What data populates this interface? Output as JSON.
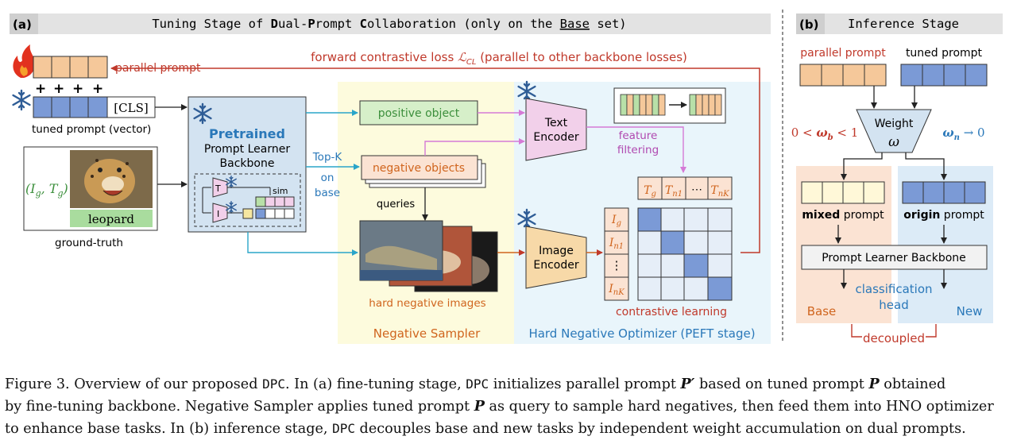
{
  "panel_a": {
    "tag": "(a)",
    "title_pre": "Tuning Stage of ",
    "title_d": "D",
    "title_ual": "ual-",
    "title_p": "P",
    "title_rompt": "rompt ",
    "title_c": "C",
    "title_ollab": "ollaboration (only on the ",
    "title_base": "Base",
    "title_post": " set)",
    "parallel_prompt": "parallel prompt",
    "plus": "+",
    "cls": "[CLS]",
    "tuned_prompt_vector": "tuned prompt (vector)",
    "ig_tg": "(I_g, T_g)",
    "leopard": "leopard",
    "ground_truth": "ground-truth",
    "backbone_title": "Pretrained",
    "backbone_l2": "Prompt Learner",
    "backbone_l3": "Backbone",
    "t_label": "T",
    "i_label": "I",
    "sim": "sim",
    "topk_1": "Top-K",
    "topk_2": "on",
    "topk_3": "base",
    "positive_object": "positive object",
    "negative_objects": "negative objects",
    "queries": "queries",
    "hard_negative_images": "hard negative images",
    "negative_sampler": "Negative Sampler",
    "text_encoder_1": "Text",
    "text_encoder_2": "Encoder",
    "image_encoder_1": "Image",
    "image_encoder_2": "Encoder",
    "feature_filtering_1": "feature",
    "feature_filtering_2": "filtering",
    "t_headers": [
      "T_g",
      "T_n1",
      "⋯",
      "T_nK"
    ],
    "i_column": [
      "I_g",
      "I_n1",
      "⋮",
      "I_nK"
    ],
    "contrastive_learning": "contrastive learning",
    "hno": "Hard Negative Optimizer (PEFT stage)",
    "loss_label": "forward contrastive loss ℒ_CL (parallel to other backbone losses)"
  },
  "panel_b": {
    "tag": "(b)",
    "title": "Inference Stage",
    "parallel_prompt": "parallel prompt",
    "tuned_prompt": "tuned prompt",
    "weight": "Weight",
    "omega": "ω",
    "left_cond": "0 < ω_b < 1",
    "right_cond": "ω_n → 0",
    "mixed_bold": "mixed",
    "mixed_rest": " prompt",
    "origin_bold": "origin",
    "origin_rest": " prompt",
    "backbone": "Prompt Learner Backbone",
    "cls_head_1": "classification",
    "cls_head_2": "head",
    "base": "Base",
    "new": "New",
    "decoupled": "decoupled"
  },
  "caption": {
    "l1a": "Figure 3. Overview of our proposed ",
    "dpc": "DPC",
    "l1b": ". In (a) fine-tuning stage, ",
    "l1c": " initializes parallel prompt ",
    "p_prime": "P′",
    "l1d": " based on tuned prompt ",
    "p": "P",
    "l1e": " obtained",
    "l2a": "by fine-tuning backbone. Negative Sampler applies tuned prompt ",
    "l2b": " as query to sample hard negatives, then feed them into HNO optimizer",
    "l3a": "to enhance base tasks. In (b) inference stage, ",
    "l3b": " decouples base and new tasks by independent weight accumulation on dual prompts."
  },
  "colors": {
    "orange_cell": "#f5c89a",
    "blue_cell": "#7b9ad6",
    "red": "#c0392b",
    "teal_arrow": "#2aa5c9",
    "pink_arrow": "#d57ad6",
    "ns_bg": "#fdfbdd",
    "hno_bg": "#e9f5fb",
    "base_bg": "#fbe3d3",
    "new_bg": "#dcebf7"
  }
}
